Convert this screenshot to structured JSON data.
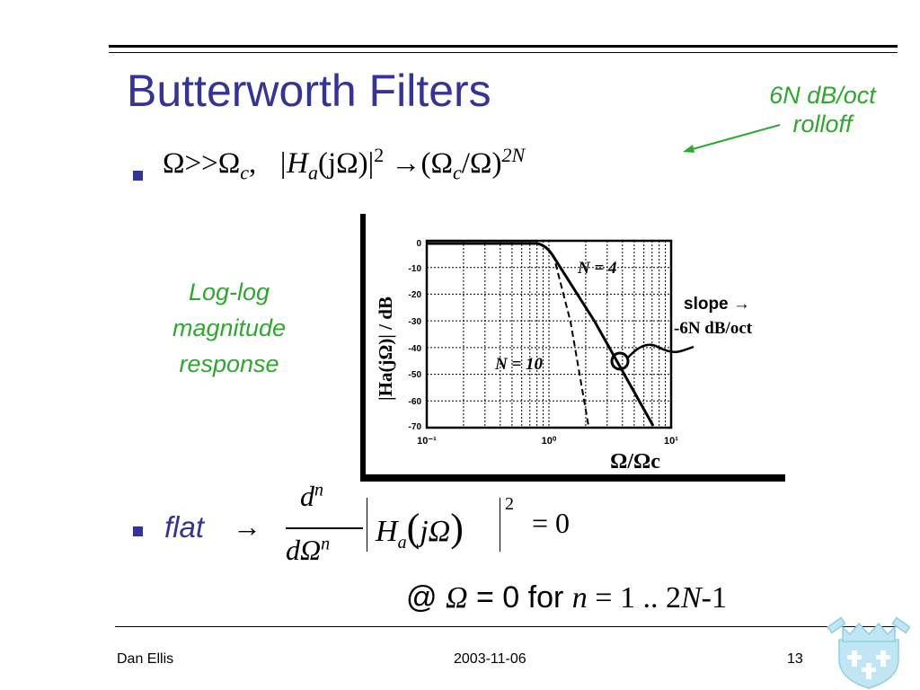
{
  "slide": {
    "title": "Butterworth Filters",
    "annotation_rolloff": [
      "6N dB/oct",
      "rolloff"
    ],
    "annotation_loglog": [
      "Log-log",
      "magnitude",
      "response"
    ],
    "bullet1_equation": {
      "part1": "Ω>>Ω",
      "sub_c": "c",
      "part2": ",",
      "part3": "|H",
      "sub_a": "a",
      "part4": "(jΩ)|",
      "sup_2": "2",
      "arrow": "→",
      "part5": "(Ω",
      "sub_c2": "c",
      "part6": "/Ω)",
      "sup_2N": "2N"
    },
    "bullet2": {
      "label": "flat",
      "arrow": "→",
      "numerator": "d",
      "numerator_sup": "n",
      "denominator": "dΩ",
      "denominator_sup": "n",
      "H": "H",
      "H_sub": "a",
      "arg": "jΩ",
      "sup": "2",
      "rhs": "= 0"
    },
    "condition": {
      "at": "@ ",
      "omega": "Ω",
      "eq0": " = 0 for ",
      "n": "n",
      "range": " = 1 .. 2",
      "N": "N",
      "minus1": "-1"
    },
    "footer": {
      "author": "Dan Ellis",
      "date": "2003-11-06",
      "page": "13"
    }
  },
  "figure": {
    "ylabel": "|Ha(jΩ)| / dB",
    "xlabel": "Ω/Ωc",
    "yticks": [
      "0",
      "-10",
      "-20",
      "-30",
      "-40",
      "-50",
      "-60",
      "-70"
    ],
    "xticks": [
      "10⁻¹",
      "10⁰",
      "10¹"
    ],
    "curve_labels": {
      "n4": "N = 4",
      "n10": "N = 10"
    },
    "slope_label": [
      "slope →",
      "-6N dB/oct"
    ]
  },
  "colors": {
    "title": "#333399",
    "annotation": "#2ea82e",
    "bullet": "#333399"
  }
}
